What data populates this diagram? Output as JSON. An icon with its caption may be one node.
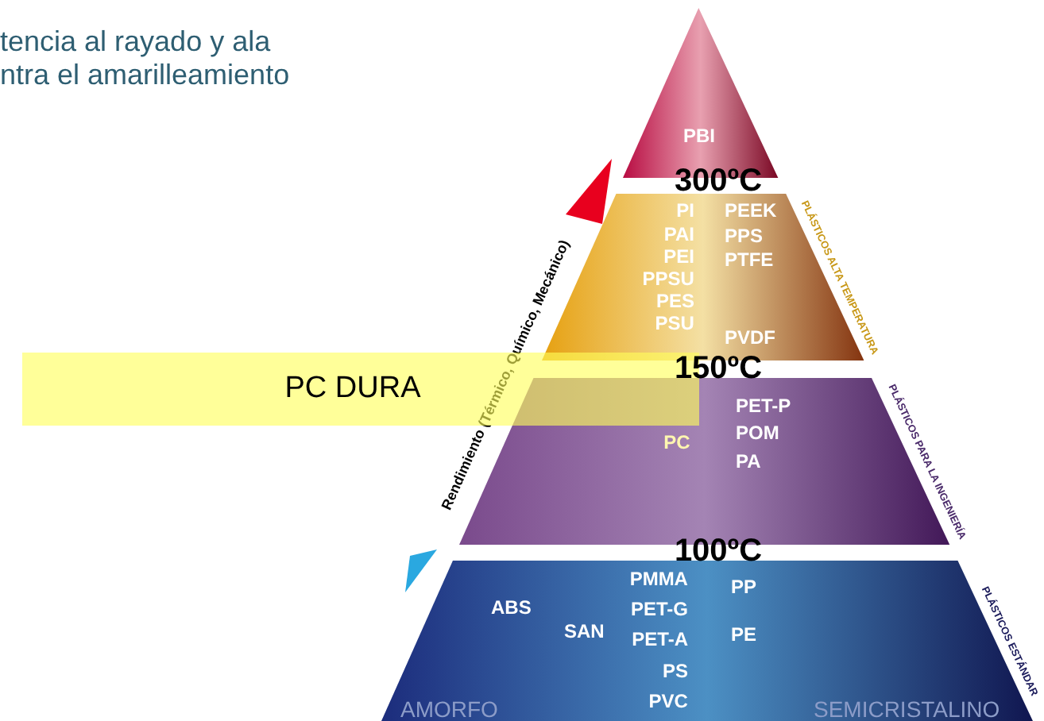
{
  "diagram": {
    "nodes": [
      {
        "text": [
          "PBI"
        ]
      },
      {
        "text": [
          "PI",
          "PAI",
          "PEI",
          "PPSU",
          "PES",
          "PSU",
          "PEEK",
          "PPS",
          "PTFE",
          "PVDF"
        ],
        "beside": [
          "PLÁSTICOS ALTA TEMPERATURA"
        ]
      },
      {
        "text": [
          "PC",
          "PET-P",
          "POM",
          "PA"
        ],
        "beside": [
          "PLÁSTICOS PARA LA INGENIERÍA"
        ]
      },
      {
        "text": [
          "ABS",
          "SAN",
          "PMMA",
          "PET-G",
          "PET-A",
          "PS",
          "PVC",
          "PP",
          "PE",
          "AMORFO",
          "SEMICRISTALINO"
        ],
        "beside": [
          "PLÁSTICOS ESTÁNDAR"
        ]
      },
      {
        "text": [
          "PC DURA"
        ]
      }
    ],
    "labels": [
      "tencia al rayado y ala ntra el amarilleamiento",
      "300ºC",
      "150ºC",
      "100ºC",
      "Rendimiento (Térmico, Químico, Mecánico)"
    ]
  }
}
